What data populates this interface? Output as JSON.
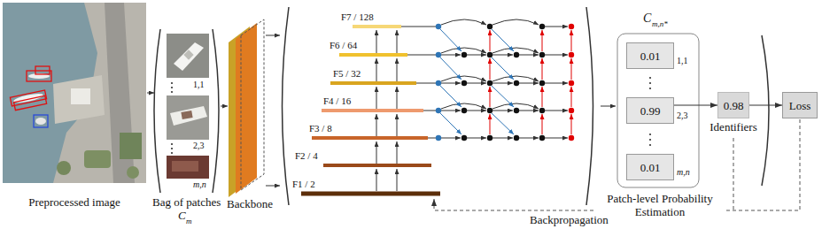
{
  "diagram": {
    "nodes": [
      {
        "text": [
          "0.01",
          "1,1"
        ]
      },
      {
        "text": [
          "0.99",
          "2,3"
        ]
      },
      {
        "text": [
          "0.01",
          "m,n"
        ]
      },
      {
        "text": [
          "0.98",
          "Identifiers"
        ]
      },
      {
        "text": [
          "Loss"
        ]
      }
    ],
    "edges": [
      {
        "from": 1,
        "to": 3,
        "arrow": "to"
      },
      {
        "from": 3,
        "to": 4,
        "arrow": "to"
      }
    ],
    "labels": [
      "Preprocessed image",
      "Bag of patches",
      "C",
      "m",
      "1,1",
      "2,3",
      "m,n",
      "Backbone",
      "F7 / 128",
      "F6 / 64",
      "F5 / 32",
      "F4 / 16",
      "F3 / 8",
      "F2 / 4",
      "F1 / 2",
      "C",
      "m,n*",
      "Patch-level Probability Estimation",
      "Backpropagation"
    ]
  }
}
